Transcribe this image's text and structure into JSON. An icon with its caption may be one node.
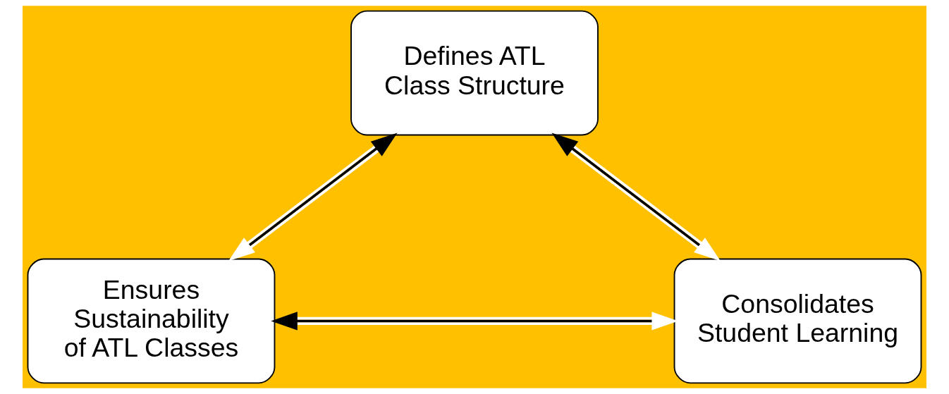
{
  "diagram": {
    "nodes": [
      {
        "text": [
          "Defines ATL Class Structure"
        ]
      },
      {
        "text": [
          "Ensures Sustainability of ATL Classes"
        ]
      },
      {
        "text": [
          "Consolidates Student Learning"
        ]
      }
    ],
    "edges": [
      {
        "from": 0,
        "to": 1,
        "arrow": "both"
      },
      {
        "from": 0,
        "to": 2,
        "arrow": "both"
      },
      {
        "from": 1,
        "to": 2,
        "arrow": "both"
      }
    ]
  }
}
